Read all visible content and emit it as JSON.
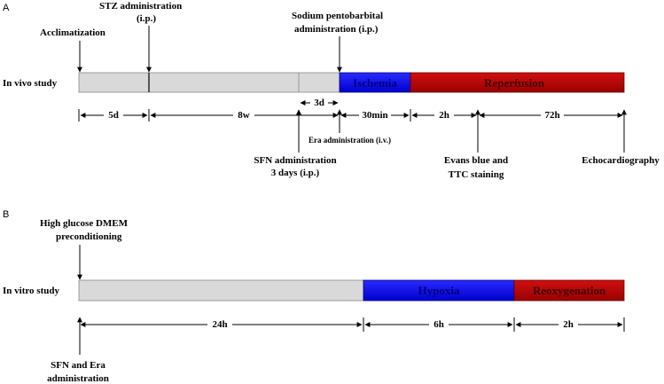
{
  "panel_a": {
    "letter": "A",
    "row_label": "In vivo study",
    "top_labels": {
      "acclimatization": "Acclimatization",
      "stz_1": "STZ administration",
      "stz_2": "(i.p.)",
      "sodium_1": "Sodium pentobarbital",
      "sodium_2": "administration (i.p.)"
    },
    "segments": {
      "ischemia": "Ischemia",
      "reperfusion": "Reperfusion"
    },
    "durations": {
      "d5": "5d",
      "w8": "8w",
      "d3": "3d",
      "min30": "30min",
      "h2": "2h",
      "h72": "72h"
    },
    "bottom_labels": {
      "era": "Era administration (i.v.)",
      "sfn_1": "SFN administration",
      "sfn_2": "3 days (i.p.)",
      "evans_1": "Evans blue and",
      "evans_2": "TTC staining",
      "echo": "Echocardiography"
    }
  },
  "panel_b": {
    "letter": "B",
    "row_label": "In vitro study",
    "top_labels": {
      "hg_1": "High glucose DMEM",
      "hg_2": "preconditioning"
    },
    "segments": {
      "hypoxia": "Hypoxia",
      "reoxygenation": "Reoxygenation"
    },
    "durations": {
      "h24": "24h",
      "h6": "6h",
      "h2": "2h"
    },
    "bottom_labels": {
      "sfn_1": "SFN and Era",
      "sfn_2": "administration"
    }
  },
  "colors": {
    "baseline": "#d9d9d9",
    "ischemia": "#0000ff",
    "reperfusion": "#c00000",
    "segment_text_blue": "#000080",
    "segment_text_red": "#400000"
  }
}
